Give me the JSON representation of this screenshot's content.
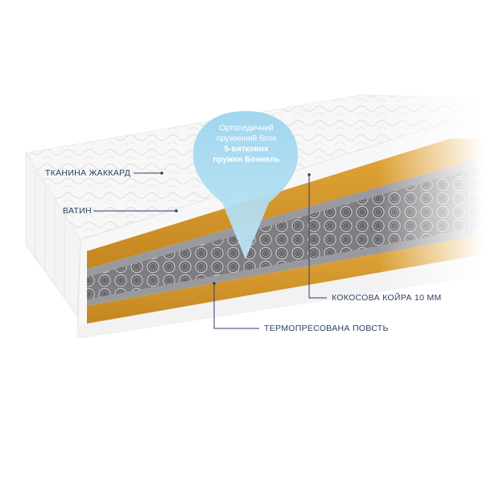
{
  "bubble": {
    "line1": "Ортопедичний",
    "line2": "пружинний блок",
    "line3": "5-виткових",
    "line4": "пружин Боннель"
  },
  "labels": {
    "fabric": "ТКАНИНА ЖАККАРД",
    "batting": "ВАТИН",
    "coconut": "КОКОСОВА КОЙРА 10 ММ",
    "felt": "ТЕРМОПРЕСОВАНА ПОВСТЬ"
  },
  "colors": {
    "accent": "#2d3f66",
    "coir": "#d79a2c",
    "bubble": "#8fcde9"
  }
}
